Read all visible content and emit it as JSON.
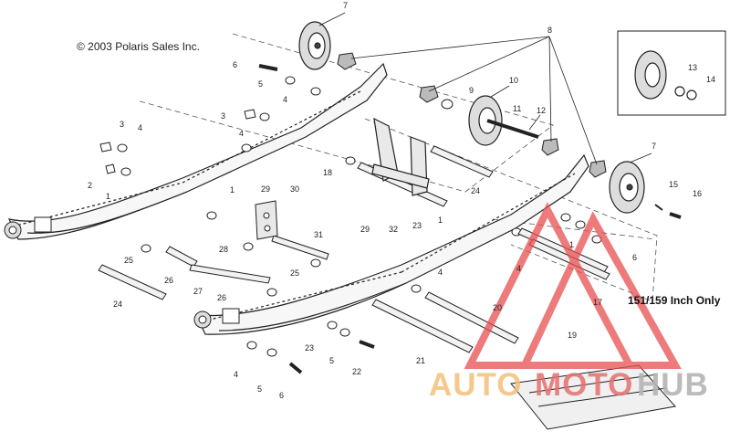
{
  "copyright": "© 2003 Polaris Sales Inc.",
  "note": "151/159 Inch Only",
  "watermark": {
    "part1": "AUTO",
    "part2": "MOTO",
    "part3": "HUB",
    "colors": {
      "part1": "#f4b878",
      "part2": "#e26a6a",
      "part3": "#b4b4b4",
      "triangle": "#e85050"
    }
  },
  "callouts": [
    "7",
    "8",
    "6",
    "5",
    "4",
    "3",
    "2",
    "1",
    "9",
    "10",
    "11",
    "12",
    "13",
    "14",
    "15",
    "16",
    "17",
    "18",
    "19",
    "20",
    "21",
    "22",
    "23",
    "24",
    "25",
    "26",
    "27",
    "28",
    "29",
    "30",
    "31",
    "32"
  ],
  "labels": {
    "l7a": "7",
    "l8": "8",
    "l6a": "6",
    "l5a": "5",
    "l4a": "4",
    "l3a": "3",
    "l4b": "4",
    "l3b": "3",
    "l4c": "4",
    "l2": "2",
    "l1a": "1",
    "l9": "9",
    "l10": "10",
    "l11": "11",
    "l12": "12",
    "l13": "13",
    "l14": "14",
    "l7b": "7",
    "l15": "15",
    "l16": "16",
    "l18": "18",
    "l24a": "24",
    "l1b": "1",
    "l29a": "29",
    "l30": "30",
    "l29b": "29",
    "l32": "32",
    "l23a": "23",
    "l1c": "1",
    "l25a": "25",
    "l26a": "26",
    "l28": "28",
    "l27": "27",
    "l26b": "26",
    "l31": "31",
    "l25b": "25",
    "l24b": "24",
    "l4d": "4",
    "l4e": "4",
    "l1d": "1",
    "l6b": "6",
    "l17": "17",
    "l20": "20",
    "l21": "21",
    "l23b": "23",
    "l5b": "5",
    "l22": "22",
    "l4f": "4",
    "l5c": "5",
    "l6c": "6",
    "l19": "19"
  }
}
